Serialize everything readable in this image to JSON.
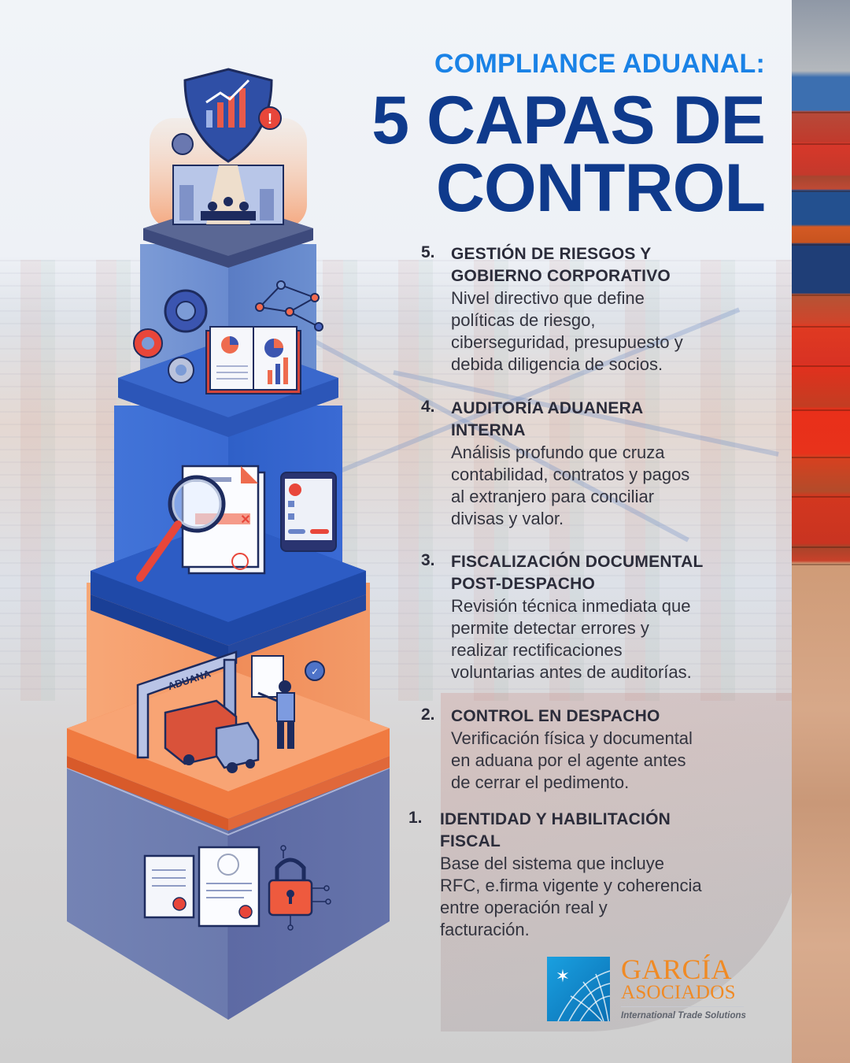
{
  "title": {
    "subtitle": "COMPLIANCE ADUANAL:",
    "main_line1": "5 CAPAS DE",
    "main_line2": "CONTROL"
  },
  "colors": {
    "subtitle": "#1a82e6",
    "title": "#0f3a8c",
    "text": "#2b2c3a",
    "layer5": "#6c8fd0",
    "layer4": "#3e6fd6",
    "layer3": "#2f5fc8",
    "layer2": "#f59763",
    "layer1": "#6270a8",
    "logo_orange": "#f08a24",
    "logo_blue": "#1aa0e0"
  },
  "layers": [
    {
      "number": "5.",
      "heading_line1": "GESTIÓN DE RIESGOS Y",
      "heading_line2": "GOBIERNO CORPORATIVO",
      "description": [
        "Nivel directivo que define",
        "políticas de riesgo,",
        "ciberseguridad, presupuesto y",
        "debida diligencia de socios."
      ],
      "icon": "shield-chart-boardroom-icon"
    },
    {
      "number": "4.",
      "heading_line1": "AUDITORÍA ADUANERA",
      "heading_line2": "INTERNA",
      "description": [
        "Análisis profundo que cruza",
        "contabilidad, contratos y pagos",
        "al extranjero para conciliar",
        "divisas y valor."
      ],
      "icon": "gears-book-network-icon"
    },
    {
      "number": "3.",
      "heading_line1": "FISCALIZACIÓN DOCUMENTAL",
      "heading_line2": "POST-DESPACHO",
      "description": [
        "Revisión técnica inmediata que",
        "permite detectar errores y",
        "realizar rectificaciones",
        "voluntarias antes de auditorías."
      ],
      "icon": "magnifier-document-tablet-icon"
    },
    {
      "number": "2.",
      "heading_line1": "CONTROL EN DESPACHO",
      "heading_line2": "",
      "description": [
        "Verificación física y documental",
        "en aduana por el agente antes",
        "de cerrar el pedimento."
      ],
      "icon": "customs-gate-truck-officer-icon",
      "gate_label": "ADUANA"
    },
    {
      "number": "1.",
      "heading_line1": "IDENTIDAD Y HABILITACIÓN",
      "heading_line2": "FISCAL",
      "description": [
        "Base del sistema que incluye",
        "RFC, e.firma vigente y coherencia",
        "entre operación real y",
        "facturación."
      ],
      "icon": "certificates-padlock-icon"
    }
  ],
  "logo": {
    "name_line1": "GARCÍA",
    "name_line2": "ASOCIADOS",
    "tagline": "International Trade Solutions"
  }
}
